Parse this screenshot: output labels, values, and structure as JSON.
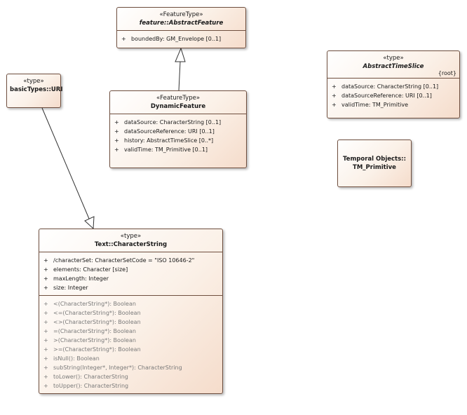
{
  "classes": {
    "abstract_feature": {
      "stereotype": "«FeatureType»",
      "name": "feature::AbstractFeature",
      "attributes": [
        {
          "vis": "+",
          "text": "boundedBy: GM_Envelope [0..1]"
        }
      ]
    },
    "dynamic_feature": {
      "stereotype": "«FeatureType»",
      "name": "DynamicFeature",
      "attributes": [
        {
          "vis": "+",
          "text": "dataSource: CharacterString [0..1]"
        },
        {
          "vis": "+",
          "text": "dataSourceReference: URI [0..1]"
        },
        {
          "vis": "+",
          "text": "history: AbstractTimeSlice [0..*]"
        },
        {
          "vis": "+",
          "text": "validTime: TM_Primitive [0..1]"
        }
      ]
    },
    "uri": {
      "stereotype": "«type»",
      "name": "basicTypes::URI"
    },
    "abstract_time_slice": {
      "stereotype": "«type»",
      "name": "AbstractTimeSlice",
      "tag": "{root}",
      "attributes": [
        {
          "vis": "+",
          "text": "dataSource: CharacterString [0..1]"
        },
        {
          "vis": "+",
          "text": "dataSourceReference: URI [0..1]"
        },
        {
          "vis": "+",
          "text": "validTime: TM_Primitive"
        }
      ]
    },
    "tm_primitive": {
      "name_line1": "Temporal Objects::",
      "name_line2": "TM_Primitive"
    },
    "character_string": {
      "stereotype": "«type»",
      "name": "Text::CharacterString",
      "attributes": [
        {
          "vis": "+",
          "text": "/characterSet: CharacterSetCode = \"ISO 10646-2\""
        },
        {
          "vis": "+",
          "text": "elements: Character [size]"
        },
        {
          "vis": "+",
          "text": "maxLength: Integer"
        },
        {
          "vis": "+",
          "text": "size: Integer"
        }
      ],
      "operations": [
        {
          "vis": "+",
          "text": "<(CharacterString*): Boolean"
        },
        {
          "vis": "+",
          "text": "<=(CharacterString*): Boolean"
        },
        {
          "vis": "+",
          "text": "<>(CharacterString*): Boolean"
        },
        {
          "vis": "+",
          "text": "=(CharacterString*): Boolean"
        },
        {
          "vis": "+",
          "text": ">(CharacterString*): Boolean"
        },
        {
          "vis": "+",
          "text": ">=(CharacterString*): Boolean"
        },
        {
          "vis": "+",
          "text": "isNull(): Boolean"
        },
        {
          "vis": "+",
          "text": "subString(Integer*, Integer*): CharacterString"
        },
        {
          "vis": "+",
          "text": "toLower(): CharacterString"
        },
        {
          "vis": "+",
          "text": "toUpper(): CharacterString"
        }
      ]
    }
  },
  "colors": {
    "border": "#6f4f3f",
    "fill_start": "#ffffff",
    "fill_end": "#f5dccb",
    "operation_text": "#7a7a7a"
  }
}
